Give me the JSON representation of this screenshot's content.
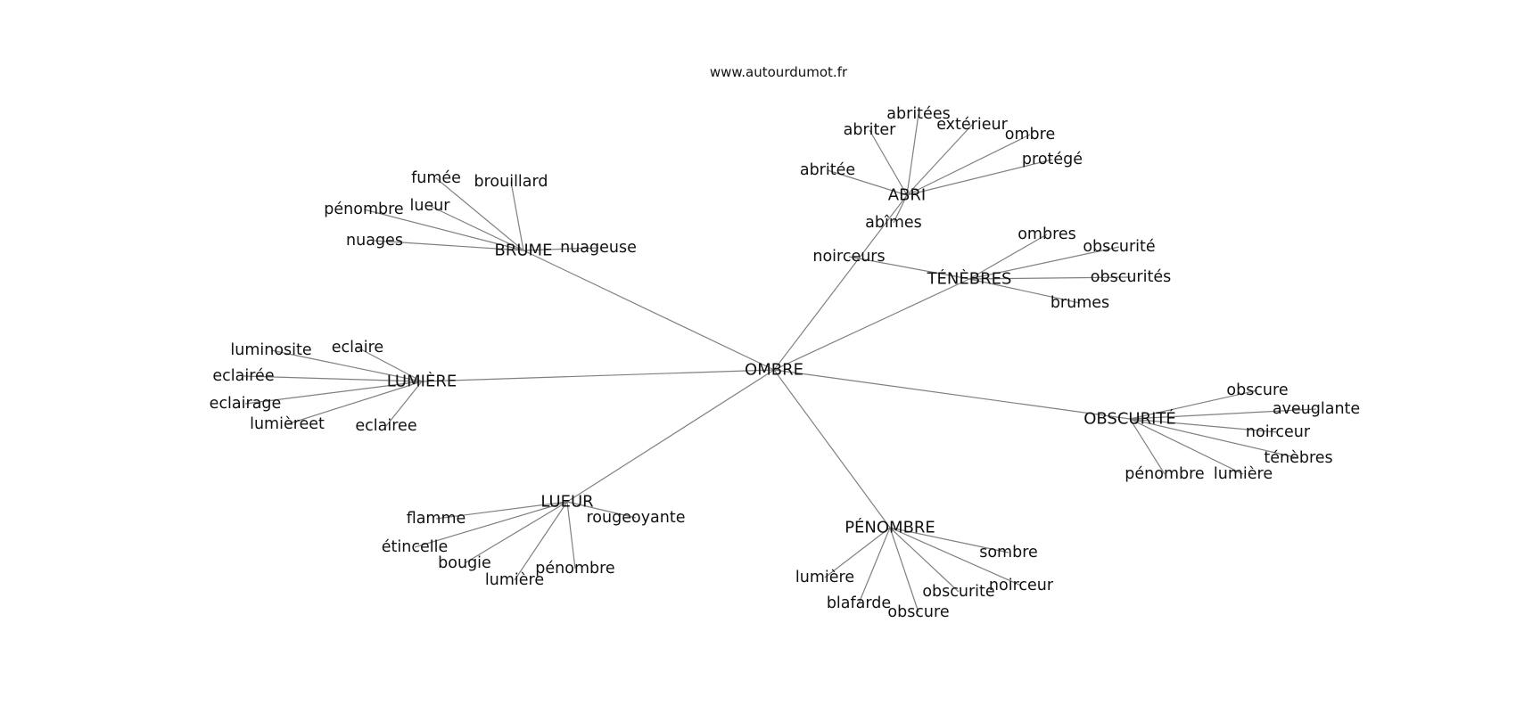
{
  "credit": "www.autourdumot.fr",
  "graph": {
    "center": "OMBRE",
    "hubs": [
      {
        "label": "ABRI",
        "children": [
          "abriter",
          "abritées",
          "extérieur",
          "ombre",
          "protégé",
          "abritée",
          "abîmes"
        ]
      },
      {
        "label": "BRUME",
        "children": [
          "fumée",
          "brouillard",
          "pénombre",
          "lueur",
          "nuages",
          "nuageuse"
        ]
      },
      {
        "label": "TÉNÈBRES",
        "children": [
          "ombres",
          "obscurité",
          "obscurités",
          "brumes",
          "noirceurs"
        ]
      },
      {
        "label": "LUMIÈRE",
        "children": [
          "luminosite",
          "eclaire",
          "eclairée",
          "eclairage",
          "lumièreet",
          "eclairee"
        ]
      },
      {
        "label": "OBSCURITÉ",
        "children": [
          "obscure",
          "aveuglante",
          "noirceur",
          "ténèbres",
          "pénombre",
          "lumière"
        ]
      },
      {
        "label": "LUEUR",
        "children": [
          "flamme",
          "rougeoyante",
          "étincelle",
          "bougie",
          "pénombre",
          "lumière"
        ]
      },
      {
        "label": "PÉNOMBRE",
        "children": [
          "sombre",
          "lumière",
          "noirceur",
          "obscurite",
          "blafarde",
          "obscure"
        ]
      }
    ]
  }
}
